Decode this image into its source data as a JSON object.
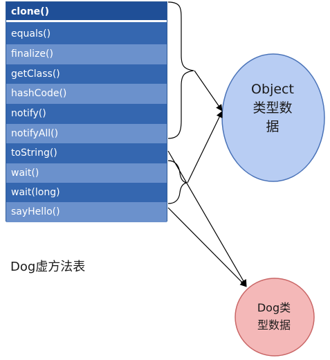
{
  "methods": [
    "clone()",
    "equals()",
    "finalize()",
    "getClass()",
    "hashCode()",
    "notify()",
    "notifyAll()",
    "toString()",
    "wait()",
    "wait(long)",
    "sayHello()"
  ],
  "object_node": {
    "line1": "Object",
    "line2": "类型数",
    "line3": "据",
    "fill": "#b8cdf3",
    "stroke": "#4a73b8"
  },
  "dog_node": {
    "line1": "Dog类",
    "line2": "型数据",
    "fill": "#f4b8b8",
    "stroke": "#c96565"
  },
  "caption": "Dog虚方法表",
  "colors": {
    "header": "#1f4f97",
    "row_dark": "#3567b0",
    "row_light": "#6b91cc",
    "text": "#ffffff"
  }
}
